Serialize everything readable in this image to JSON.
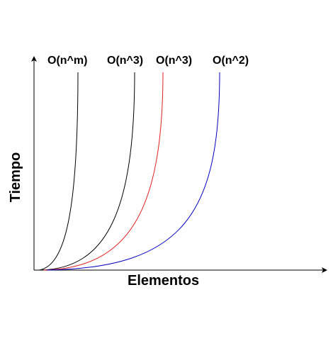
{
  "labels": {
    "x_axis": "Elementos",
    "y_axis": "Tiempo"
  },
  "curves": [
    {
      "label": "O(n^m)",
      "color": "#000000"
    },
    {
      "label": "O(n^3)",
      "color": "#000000"
    },
    {
      "label": "O(n^3)",
      "color": "#e02020"
    },
    {
      "label": "O(n^2)",
      "color": "#0000c0"
    }
  ]
}
